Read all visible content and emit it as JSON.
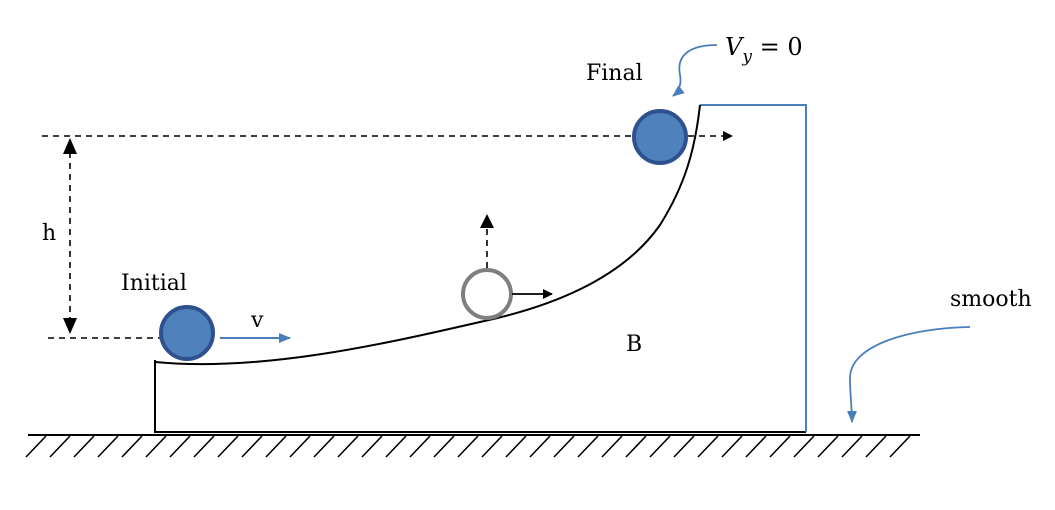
{
  "labels": {
    "final": "Final",
    "initial": "Initial",
    "height": "h",
    "velocity": "v",
    "block": "B",
    "surface": "smooth",
    "vy_var": "V",
    "vy_sub": "y",
    "vy_rest": " = 0"
  },
  "colors": {
    "ball_fill": "#4F81BD",
    "ball_stroke": "#2F528F",
    "hollow_ball_stroke": "#7F7F7F",
    "accent_arrow": "#4A7EBB",
    "line": "#000000"
  }
}
